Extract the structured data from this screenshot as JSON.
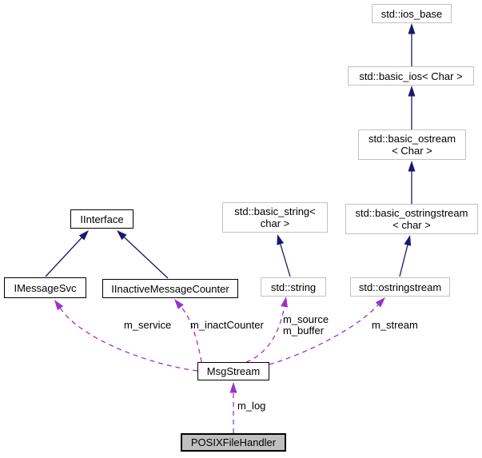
{
  "colors": {
    "inheritance_arrow": "#191970",
    "usage_arrow": "#9a32cd",
    "external_box_border": "#c2c2c2",
    "linked_box_border": "#000000",
    "current_box_fill": "#c0c0c0",
    "background": "#ffffff"
  },
  "nodes": [
    {
      "id": "std-ios-base",
      "label": "std::ios_base"
    },
    {
      "id": "std-basic-ios",
      "label": "std::basic_ios< Char >"
    },
    {
      "id": "std-basic-ostream",
      "label": "std::basic_ostream\n< Char >"
    },
    {
      "id": "std-basic-ostringstream",
      "label": "std::basic_ostringstream\n< char >"
    },
    {
      "id": "std-basic-string",
      "label": "std::basic_string<\nchar >"
    },
    {
      "id": "std-ostringstream",
      "label": "std::ostringstream"
    },
    {
      "id": "std-string",
      "label": "std::string"
    },
    {
      "id": "iinterface",
      "label": "IInterface"
    },
    {
      "id": "imessagesvc",
      "label": "IMessageSvc"
    },
    {
      "id": "iinactivemessagecounter",
      "label": "IInactiveMessageCounter"
    },
    {
      "id": "msgstream",
      "label": "MsgStream"
    },
    {
      "id": "posixfilehandler",
      "label": "POSIXFileHandler"
    }
  ],
  "edge_labels": {
    "m_service": "m_service",
    "m_inactCounter": "m_inactCounter",
    "m_source_buffer": "m_source\nm_buffer",
    "m_stream": "m_stream",
    "m_log": "m_log"
  }
}
